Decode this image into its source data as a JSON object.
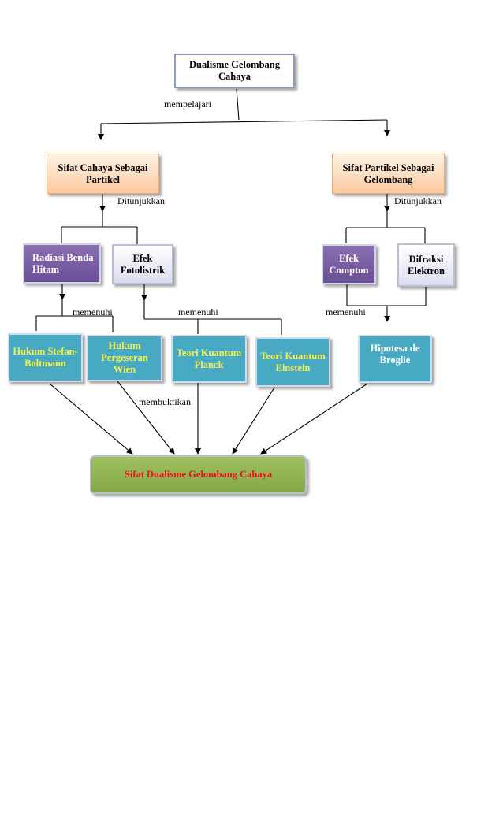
{
  "nodes": {
    "root": "Dualisme Gelombang Cahaya",
    "wave": "Sifat Cahaya Sebagai Partikel",
    "particle": "Sifat Partikel Sebagai Gelombang",
    "blackbody": "Radiasi Benda Hitam",
    "photoelectric": "Efek Fotolistrik",
    "compton": "Efek Compton",
    "diffraction": "Difraksi Elektron",
    "stefan": "Hukum Stefan-Boltmann",
    "wien": "Hukum Pergeseran Wien",
    "planck": "Teori Kuantum Planck",
    "einstein": "Teori Kuantum Einstein",
    "broglie": "Hipotesa de Broglie",
    "conclusion": "Sifat Dualisme Gelombang Cahaya"
  },
  "labels": {
    "mempelajari": "mempelajari",
    "ditunjukkan_left": "Ditunjukkan",
    "ditunjukkan_right": "Ditunjukkan",
    "memenuhi_1": "memenuhi",
    "memenuhi_2": "memenuhi",
    "memenuhi_3": "memenuhi",
    "membuktikan": "membuktikan"
  },
  "colors": {
    "line": "#000000",
    "purple": "#6a4e97",
    "teal": "#47a9c2",
    "green": "#8bb04e",
    "peach": "#fbc99e",
    "conclusion_text": "#e3141b",
    "teal_text": "#f7ef4a"
  }
}
